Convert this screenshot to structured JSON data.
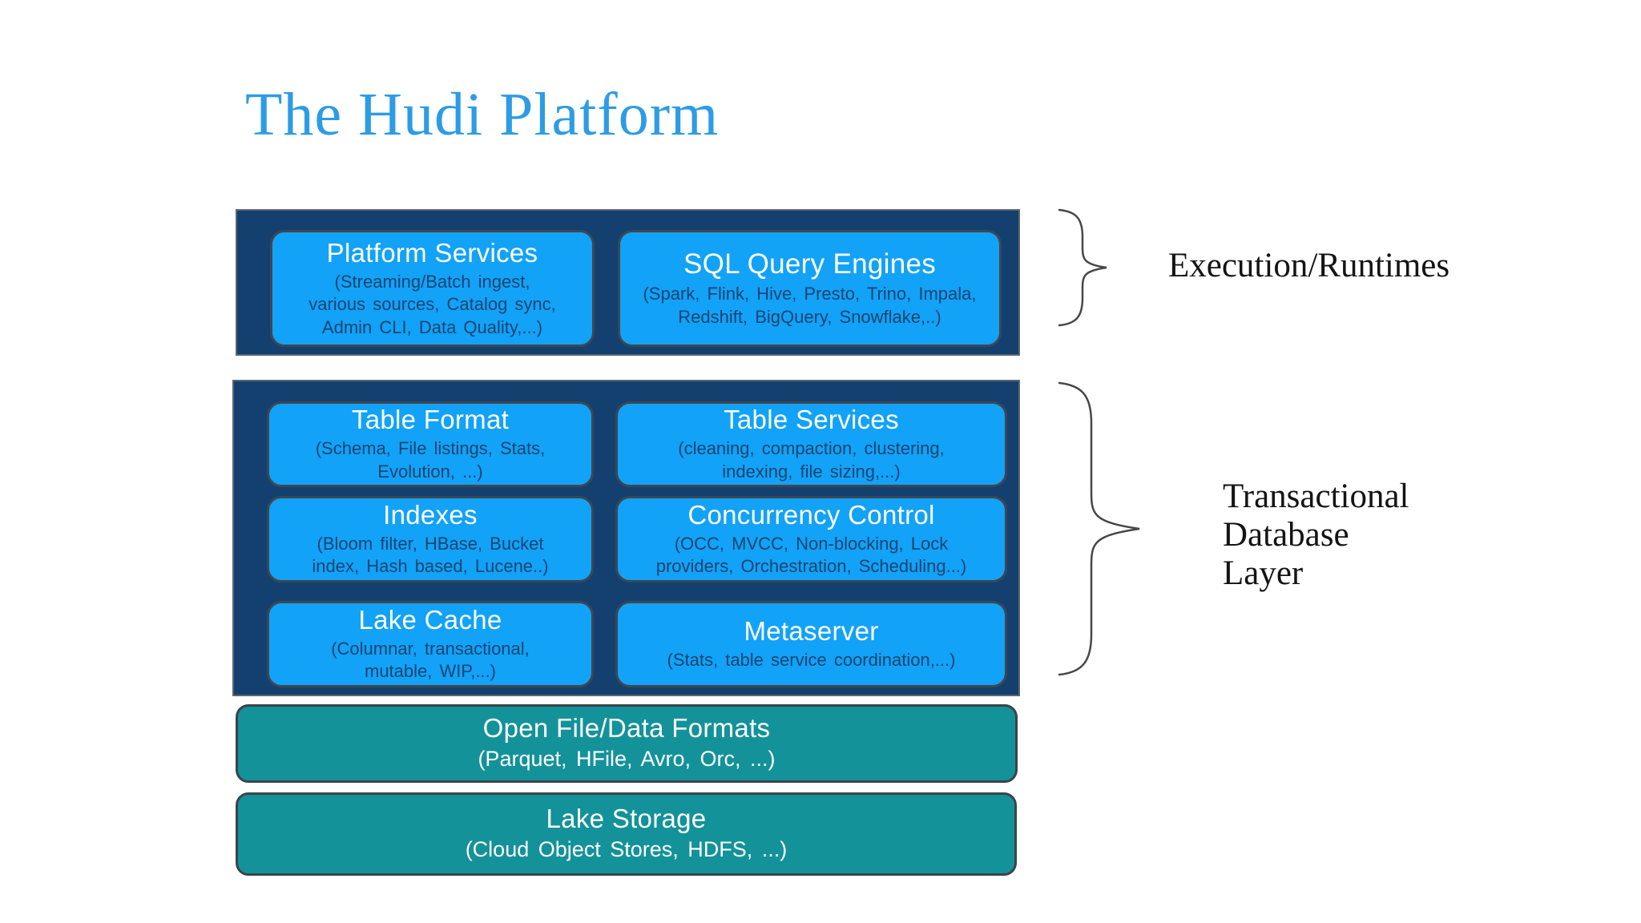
{
  "page": {
    "title": "The Hudi Platform"
  },
  "colors": {
    "title_blue": "#2d9ce5",
    "container_navy": "#14406f",
    "box_blue": "#12a2f7",
    "subtitle_navy": "#164572",
    "teal": "#13929a",
    "label_black": "#141414",
    "brace_gray": "#474747"
  },
  "layers": {
    "execution": {
      "label": "Execution/Runtimes",
      "boxes": [
        {
          "title": "Platform Services",
          "subtitle": "(Streaming/Batch  ingest,\nvarious sources, Catalog sync,\nAdmin CLI, Data Quality,...)"
        },
        {
          "title": "SQL Query Engines",
          "subtitle": "(Spark, Flink, Hive, Presto, Trino, Impala,\nRedshift, BigQuery, Snowflake,..)"
        }
      ]
    },
    "transactional": {
      "label": "Transactional Database Layer",
      "label_lines": "Transactional\nDatabase\nLayer",
      "boxes": [
        {
          "title": "Table Format",
          "subtitle": "(Schema, File listings, Stats,\nEvolution, ...)"
        },
        {
          "title": "Table Services",
          "subtitle": "(cleaning, compaction, clustering,\nindexing, file sizing,...)"
        },
        {
          "title": "Indexes",
          "subtitle": "(Bloom filter, HBase, Bucket\nindex, Hash based, Lucene..)"
        },
        {
          "title": "Concurrency Control",
          "subtitle": "(OCC, MVCC, Non-blocking, Lock\nproviders, Orchestration, Scheduling...)"
        },
        {
          "title": "Lake Cache",
          "subtitle": "(Columnar, transactional,\nmutable, WIP,...)"
        },
        {
          "title": "Metaserver",
          "subtitle": "(Stats, table service coordination,...)"
        }
      ]
    },
    "formats": {
      "title": "Open File/Data Formats",
      "subtitle": "(Parquet, HFile, Avro, Orc, ...)"
    },
    "storage": {
      "title": "Lake Storage",
      "subtitle": "(Cloud Object Stores, HDFS, ...)"
    }
  }
}
